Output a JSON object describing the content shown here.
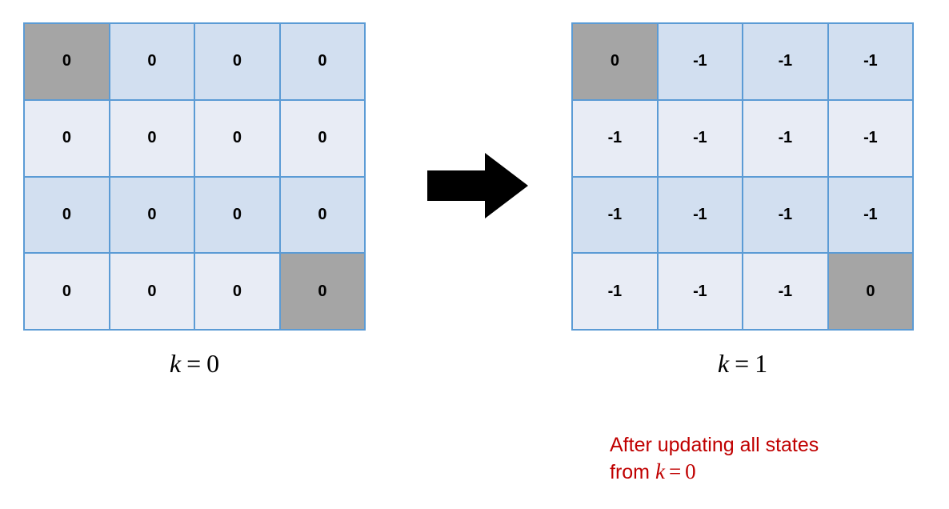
{
  "colors": {
    "grid_line": "#5b9bd5",
    "cell_shade_a": "#d2dff0",
    "cell_shade_b": "#e8ecf5",
    "terminal_cell": "#a5a5a5",
    "annotation_red": "#c00000",
    "arrow": "#000000"
  },
  "grids": [
    {
      "id": "left",
      "caption": {
        "variable": "k",
        "operator": "=",
        "value": "0"
      },
      "rows": [
        [
          "0",
          "0",
          "0",
          "0"
        ],
        [
          "0",
          "0",
          "0",
          "0"
        ],
        [
          "0",
          "0",
          "0",
          "0"
        ],
        [
          "0",
          "0",
          "0",
          "0"
        ]
      ],
      "terminal_cells": [
        [
          0,
          0
        ],
        [
          3,
          3
        ]
      ]
    },
    {
      "id": "right",
      "caption": {
        "variable": "k",
        "operator": "=",
        "value": "1"
      },
      "rows": [
        [
          "0",
          "-1",
          "-1",
          "-1"
        ],
        [
          "-1",
          "-1",
          "-1",
          "-1"
        ],
        [
          "-1",
          "-1",
          "-1",
          "-1"
        ],
        [
          "-1",
          "-1",
          "-1",
          "0"
        ]
      ],
      "terminal_cells": [
        [
          0,
          0
        ],
        [
          3,
          3
        ]
      ]
    }
  ],
  "arrow": {
    "icon": "right-arrow-icon",
    "direction": "right"
  },
  "annotation": {
    "line1": "After updating all states",
    "line2_prefix": "from",
    "line2_variable": "k",
    "line2_operator": "=",
    "line2_value": "0"
  }
}
